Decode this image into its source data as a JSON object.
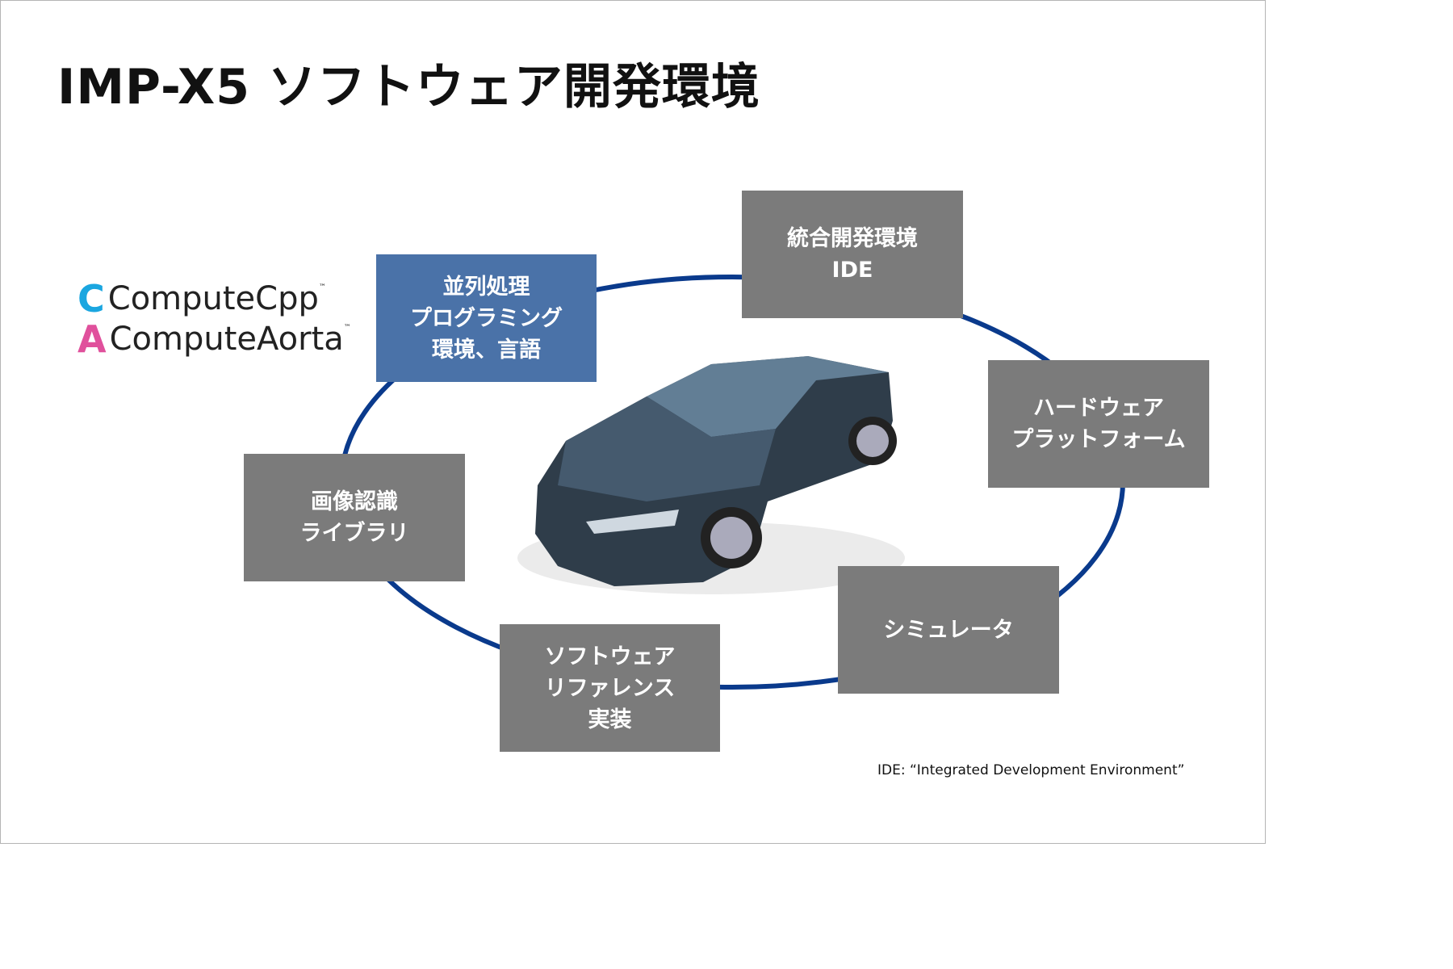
{
  "title": "IMP-X5 ソフトウェア開発環境",
  "logos": [
    {
      "name": "ComputeCpp",
      "tm": "™",
      "color": "#1aa6e0"
    },
    {
      "name": "ComputeAorta",
      "tm": "™",
      "color": "#e0509c"
    }
  ],
  "boxes": {
    "parallel": [
      "並列処理",
      "プログラミング",
      "環境、言語"
    ],
    "ide": [
      "統合開発環境",
      "IDE"
    ],
    "hardware": [
      "ハードウェア",
      "プラットフォーム"
    ],
    "simulator": [
      "シミュレータ"
    ],
    "reference": [
      "ソフトウェア",
      "リファレンス",
      "実装"
    ],
    "vision": [
      "画像認識",
      "ライブラリ"
    ]
  },
  "footnote": "IDE: “Integrated Development Environment”",
  "colors": {
    "ring": "#0a3a8c",
    "box_gray": "#7b7b7b",
    "box_blue": "#4a72a8"
  }
}
